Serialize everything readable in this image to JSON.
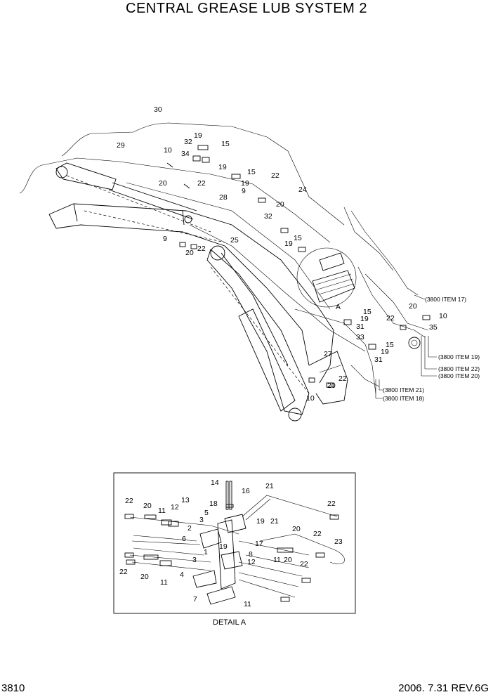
{
  "title": "CENTRAL GREASE LUB SYSTEM 2",
  "page_number": "3810",
  "revision": "2006. 7.31 REV.6G",
  "detail_caption": "DETAIL A",
  "detail_marker": "A",
  "main_labels": [
    "30",
    "29",
    "19",
    "32",
    "15",
    "34",
    "10",
    "19",
    "15",
    "22",
    "20",
    "22",
    "19",
    "9",
    "24",
    "20",
    "28",
    "32",
    "15",
    "19",
    "9",
    "20",
    "22",
    "25",
    "22",
    "20",
    "10",
    "35",
    "15",
    "19",
    "31",
    "33",
    "15",
    "19",
    "31",
    "27",
    "20",
    "22",
    "10"
  ],
  "ref_labels": [
    "(3800 ITEM 17)",
    "(3800 ITEM 19)",
    "(3800 ITEM 22)",
    "(3800 ITEM 20)",
    "(3800 ITEM 21)",
    "(3800 ITEM 18)"
  ],
  "detail_labels": [
    "14",
    "16",
    "21",
    "22",
    "18",
    "22",
    "20",
    "11",
    "12",
    "13",
    "5",
    "3",
    "2",
    "19",
    "21",
    "20",
    "6",
    "19",
    "17",
    "22",
    "23",
    "8",
    "1",
    "3",
    "12",
    "11",
    "20",
    "22",
    "4",
    "22",
    "20",
    "11",
    "7",
    "11"
  ]
}
